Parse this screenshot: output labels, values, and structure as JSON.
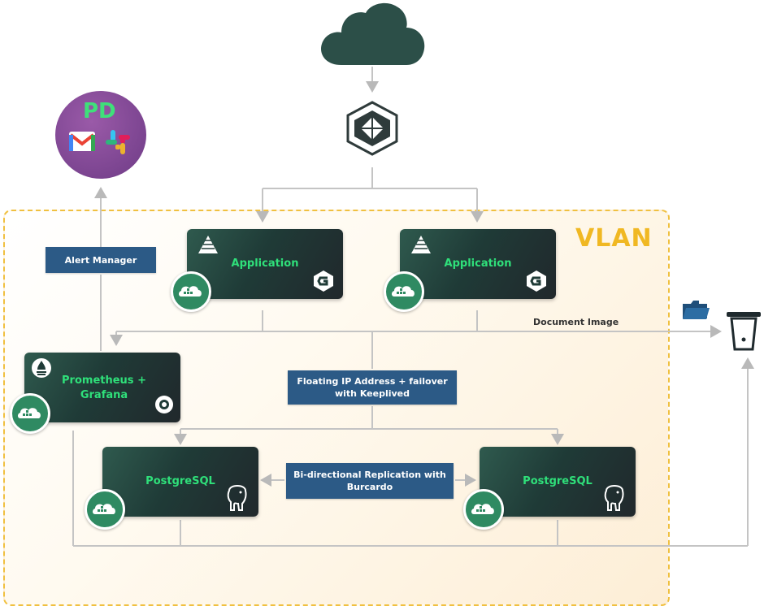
{
  "vlan": {
    "label": "VLAN"
  },
  "internet": {
    "icon": "cloud-icon"
  },
  "load_balancer": {
    "icon": "load-balancer-icon"
  },
  "notifications": {
    "pd_text": "PD",
    "icons": [
      "gmail-icon",
      "slack-icon"
    ]
  },
  "alert_manager": {
    "label": "Alert Manager"
  },
  "apps": [
    {
      "title": "Application",
      "icons": [
        "pyramid-icon",
        "g-logo-icon",
        "docker-cloud-icon"
      ]
    },
    {
      "title": "Application",
      "icons": [
        "pyramid-icon",
        "g-logo-icon",
        "docker-cloud-icon"
      ]
    }
  ],
  "monitoring": {
    "title": "Prometheus + Grafana",
    "icons": [
      "prometheus-icon",
      "grafana-icon",
      "docker-cloud-icon"
    ]
  },
  "storage": {
    "label": "Document Image",
    "icons": [
      "folder-icon",
      "bucket-icon"
    ]
  },
  "floating_ip": {
    "label": "Floating IP Address + failover with Keeplived"
  },
  "replication": {
    "label": "Bi-directional Replication with Burcardo"
  },
  "databases": [
    {
      "title": "PostgreSQL",
      "icons": [
        "postgres-elephant-icon",
        "docker-cloud-icon"
      ]
    },
    {
      "title": "PostgreSQL",
      "icons": [
        "postgres-elephant-icon",
        "docker-cloud-icon"
      ]
    }
  ],
  "colors": {
    "accent_green": "#2fe07a",
    "vlan_yellow": "#f0b823",
    "pill_blue": "#2c5a86",
    "card_dark": "#1f3b37"
  }
}
